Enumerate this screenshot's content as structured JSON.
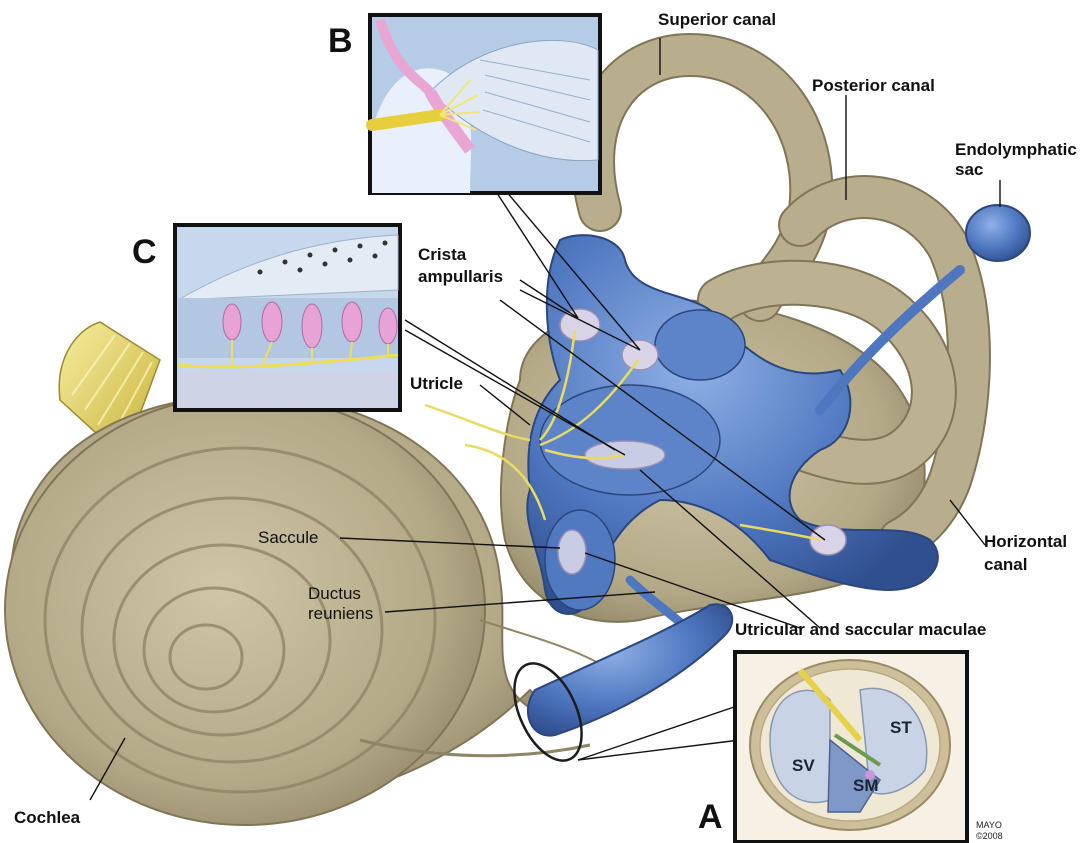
{
  "labels": {
    "superior_canal": "Superior canal",
    "posterior_canal": "Posterior canal",
    "endolymphatic_sac_1": "Endolymphatic",
    "endolymphatic_sac_2": "sac",
    "crista_ampullaris_1": "Crista",
    "crista_ampullaris_2": "ampullaris",
    "utricle": "Utricle",
    "saccule": "Saccule",
    "ductus_reuniens_1": "Ductus",
    "ductus_reuniens_2": "reuniens",
    "horizontal_canal_1": "Horizontal",
    "horizontal_canal_2": "canal",
    "maculae": "Utricular and saccular maculae",
    "cochlea": "Cochlea"
  },
  "insets": {
    "a": "A",
    "b": "B",
    "c": "C",
    "sv": "SV",
    "st": "ST",
    "sm": "SM"
  },
  "credit": {
    "line1": "MAYO",
    "line2": "©2008"
  },
  "colors": {
    "bone": "#b5ab8c",
    "bone_dark": "#8f8566",
    "membrane": "#4f77bf",
    "membrane_light": "#86a5dc",
    "nerve": "#e9dc6a",
    "hair_cell": "#e7a2d2"
  }
}
